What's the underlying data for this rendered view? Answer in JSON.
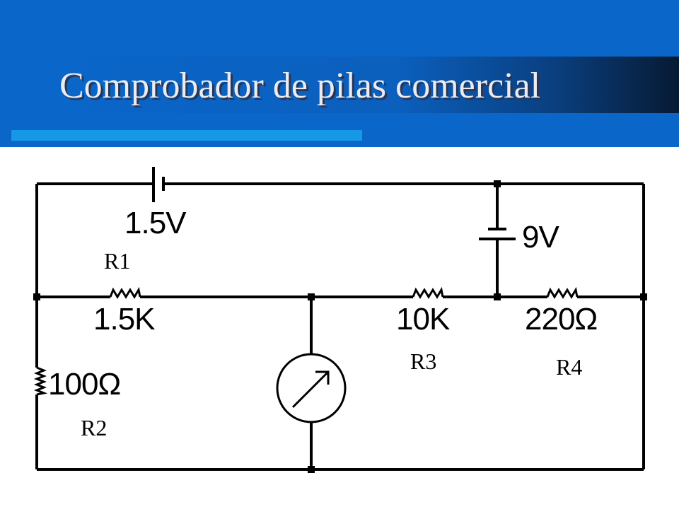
{
  "slide": {
    "title": "Comprobador de pilas comercial"
  },
  "circuit": {
    "battery_1_value": "1.5V",
    "battery_2_value": "9V",
    "r1_label": "R1",
    "r1_value": "1.5K",
    "r2_label": "R2",
    "r2_value": "100Ω",
    "r3_label": "R3",
    "r3_value": "10K",
    "r4_label": "R4",
    "r4_value": "220Ω",
    "meter_icon": "ammeter-icon"
  },
  "colors": {
    "header_blue": "#0a66c9",
    "accent_bar": "#1599e6",
    "title_text": "#e9ecf4"
  }
}
